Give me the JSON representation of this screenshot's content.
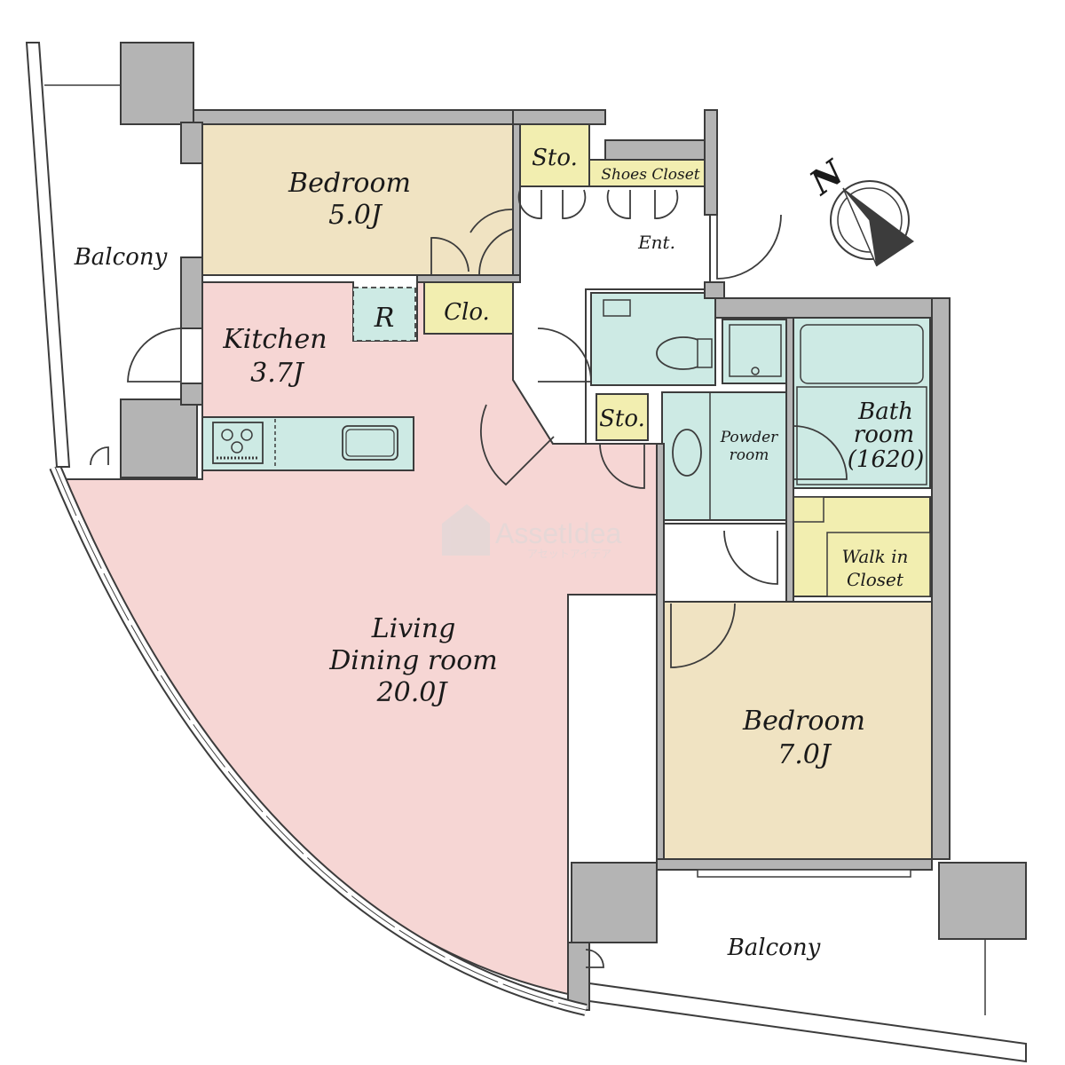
{
  "plan": {
    "colors": {
      "wall": "#b4b4b4",
      "living": "#f6d6d4",
      "bedroom": "#f0e3c2",
      "wet": "#cdeae4",
      "storage": "#f2eeb0",
      "line": "#3c3c3c"
    },
    "rooms": {
      "bedroom_north": {
        "name": "Bedroom",
        "size": "5.0J"
      },
      "kitchen": {
        "name": "Kitchen",
        "size": "3.7J",
        "fridge": "R"
      },
      "living": {
        "name_line1": "Living",
        "name_line2": "Dining room",
        "size": "20.0J"
      },
      "bedroom_south": {
        "name": "Bedroom",
        "size": "7.0J"
      },
      "bath": {
        "line1": "Bath",
        "line2": "room",
        "line3": "(1620)"
      },
      "powder": {
        "line1": "Powder",
        "line2": "room"
      },
      "walk_in": {
        "line1": "Walk in",
        "line2": "Closet"
      },
      "closet": "Clo.",
      "storage_top": "Sto.",
      "storage_mid": "Sto.",
      "shoes_closet": "Shoes Closet",
      "entrance": "Ent.",
      "balcony_west": "Balcony",
      "balcony_south": "Balcony"
    },
    "compass": {
      "label": "N",
      "icon": "compass-north-icon"
    },
    "watermark": {
      "brand": "AssetIdea",
      "sub": "アセットアイデア"
    }
  }
}
